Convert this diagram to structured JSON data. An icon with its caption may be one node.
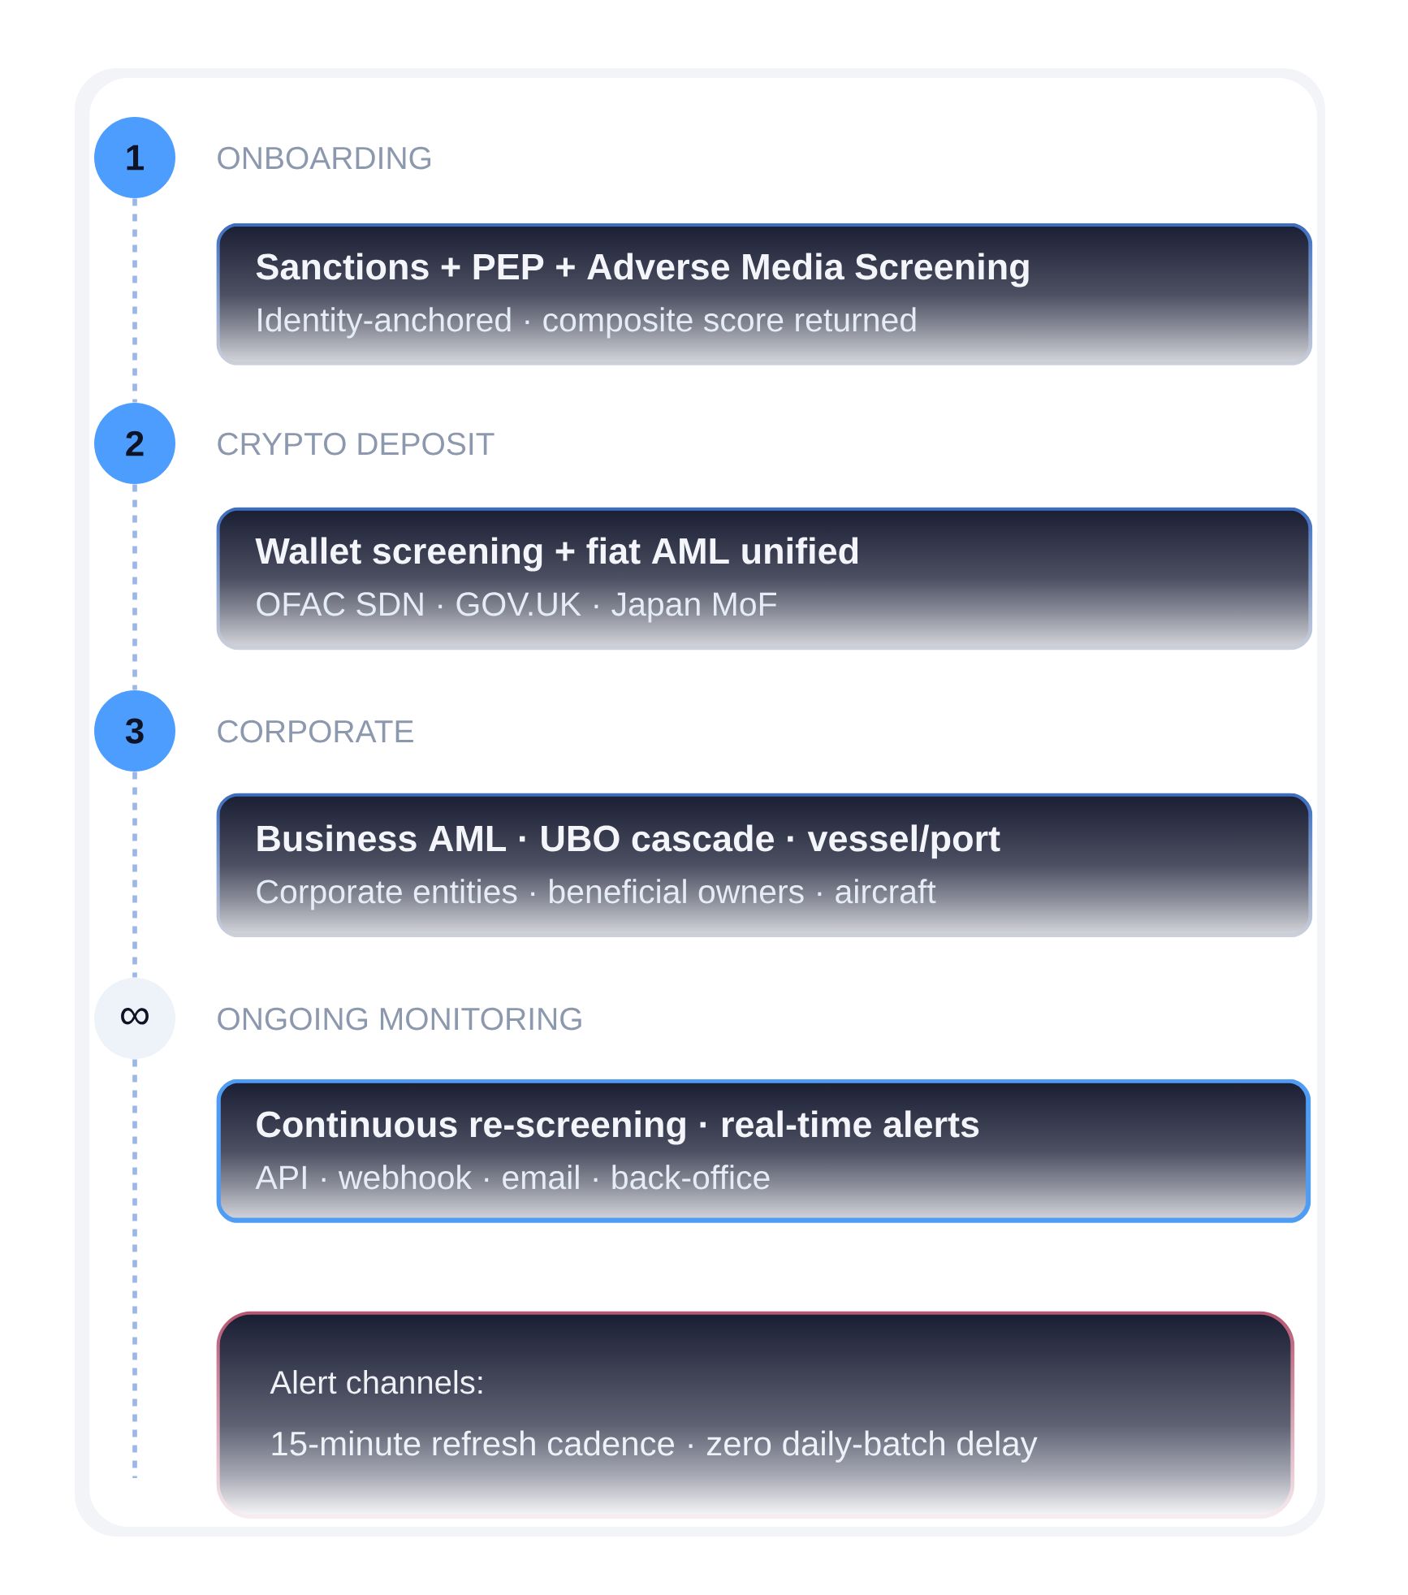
{
  "diagram": {
    "nodes": [
      {
        "text": [
          "1"
        ],
        "beside": [
          "ONBOARDING"
        ]
      },
      {
        "text": [
          "Sanctions + PEP + Adverse Media Screening",
          "Identity-anchored · composite score returned"
        ]
      },
      {
        "text": [
          "2"
        ],
        "beside": [
          "CRYPTO DEPOSIT"
        ]
      },
      {
        "text": [
          "Wallet screening + fiat AML unified",
          "OFAC SDN · GOV.UK · Japan MoF"
        ]
      },
      {
        "text": [
          "3"
        ],
        "beside": [
          "CORPORATE"
        ]
      },
      {
        "text": [
          "Business AML · UBO cascade · vessel/port",
          "Corporate entities · beneficial owners · aircraft"
        ]
      },
      {
        "text": [
          "∞"
        ],
        "beside": [
          "ONGOING MONITORING"
        ]
      },
      {
        "text": [
          "Continuous re-screening · real-time alerts",
          "API · webhook · email · back-office"
        ]
      },
      {
        "text": [
          "Alert channels:",
          "15-minute refresh cadence · zero daily-batch delay"
        ]
      }
    ],
    "edges": [
      {
        "from": 0,
        "to": 2,
        "arrow": "none",
        "style": "dashed"
      },
      {
        "from": 2,
        "to": 4,
        "arrow": "none",
        "style": "dashed"
      },
      {
        "from": 4,
        "to": 6,
        "arrow": "none",
        "style": "dashed"
      },
      {
        "from": 6,
        "to": null,
        "arrow": "none",
        "style": "dashed"
      }
    ]
  }
}
